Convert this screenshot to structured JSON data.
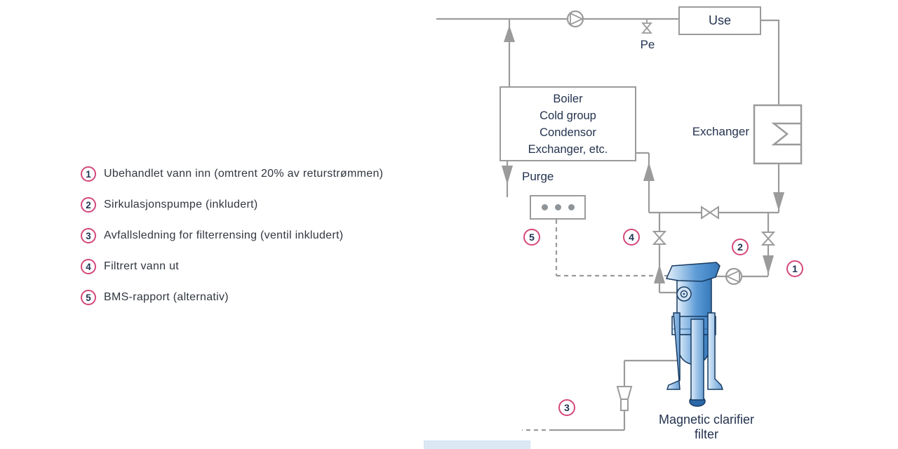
{
  "legend": {
    "items": [
      {
        "number": "1",
        "text": "Ubehandlet vann inn (omtrent 20% av returstrømmen)"
      },
      {
        "number": "2",
        "text": "Sirkulasjonspumpe (inkludert)"
      },
      {
        "number": "3",
        "text": "Avfallsledning for filterrensing (ventil inkludert)"
      },
      {
        "number": "4",
        "text": "Filtrert vann ut"
      },
      {
        "number": "5",
        "text": "BMS-rapport (alternativ)"
      }
    ]
  },
  "diagram": {
    "use_box": {
      "label": "Use"
    },
    "boiler_box": {
      "lines": [
        "Boiler",
        "Cold group",
        "Condensor",
        "Exchanger, etc."
      ]
    },
    "exchanger": {
      "label": "Exchanger"
    },
    "labels": {
      "purge": "Purge",
      "pe": "Pe",
      "filter_caption": "Magnetic clarifier\nfilter"
    },
    "callouts": {
      "c1": "1",
      "c2": "2",
      "c3": "3",
      "c4": "4",
      "c5": "5"
    }
  },
  "colors": {
    "line_gray": "#9b9b9b",
    "diagram_text": "#24334f",
    "legend_text": "#31363f",
    "callout_pink": "#d4487c",
    "filter_blue": "#4f94d4",
    "footer_blue": "#dce9f5"
  }
}
